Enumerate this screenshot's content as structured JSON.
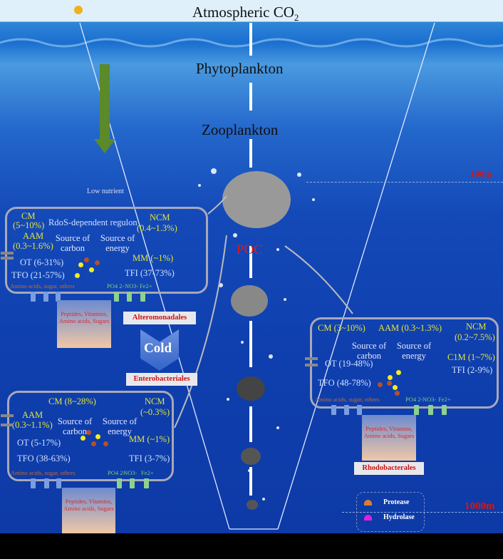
{
  "titles": {
    "co2": "Atmospheric CO",
    "co2_sub": "2",
    "phyto": "Phytoplankton",
    "zoo": "Zooplankton",
    "poc": "POC",
    "low_nutrient": "Low nutrient"
  },
  "depths": {
    "shallow": "100m",
    "deep": "1000m"
  },
  "arrow_label": "Cold",
  "orders": {
    "a": "Alteromonadales",
    "e": "Enterobacteriales",
    "r": "Rhodobacterales"
  },
  "cells": {
    "alt": {
      "regulon": "RdoS-dependent regulon",
      "cm": "CM",
      "cm_v": "(5~10%)",
      "aam": "AAM",
      "aam_v": "(0.3~1.6%)",
      "ncm": "NCM",
      "ncm_v": "(0.4~1.3%)",
      "carbon": "Source of carbon",
      "energy": "Source of energy",
      "ot": "OT (6-31%)",
      "tfo": "TFO (21-57%)",
      "mm": "MM (~1%)",
      "tfi": "TFI (37-73%)",
      "amino": "Amino acids, sugar, others",
      "po4": "PO4 2-",
      "no3": "NO3-",
      "fe": "Fe2+",
      "sub": "Peptides, Vitamins, Amino acids, Sugars"
    },
    "ent": {
      "cm": "CM (8~28%)",
      "aam": "AAM",
      "aam_v": "(0.3~1.1%)",
      "ncm": "NCM",
      "ncm_v": "(~0.3%)",
      "carbon": "Source of carbon",
      "energy": "Source of energy",
      "ot": "OT (5-17%)",
      "tfo": "TFO (38-63%)",
      "mm": "MM (~1%)",
      "tfi": "TFI (3-7%)",
      "amino": "Amino acids, sugar, others",
      "po4": "PO4 2-",
      "no3": "NO3-",
      "fe": "Fe2+",
      "sub": "Peptides, Vitamins, Amino acids, Sugars"
    },
    "rho": {
      "cm": "CM (3~10%)",
      "aam": "AAM (0.3~1.3%)",
      "ncm": "NCM",
      "ncm_v": "(0.2~7.5%)",
      "carbon": "Source of carbon",
      "energy": "Source of energy",
      "ot": "OT (19-48%)",
      "tfo": "TFO (48-78%)",
      "c1m": "C1M (1~7%)",
      "tfi": "TFI (2-9%)",
      "amino": "Amino acids, sugar, others",
      "po4": "PO4 2-",
      "no3": "NO3-",
      "fe": "Fe2+",
      "sub": "Peptides, Vitamins, Amino acids, Sugars"
    }
  },
  "legend": {
    "protease": "Protease",
    "hydrolase": "Hydrolase"
  },
  "colors": {
    "protease": "#e07a30",
    "hydrolase": "#e020e0",
    "depth": "#d01818"
  }
}
